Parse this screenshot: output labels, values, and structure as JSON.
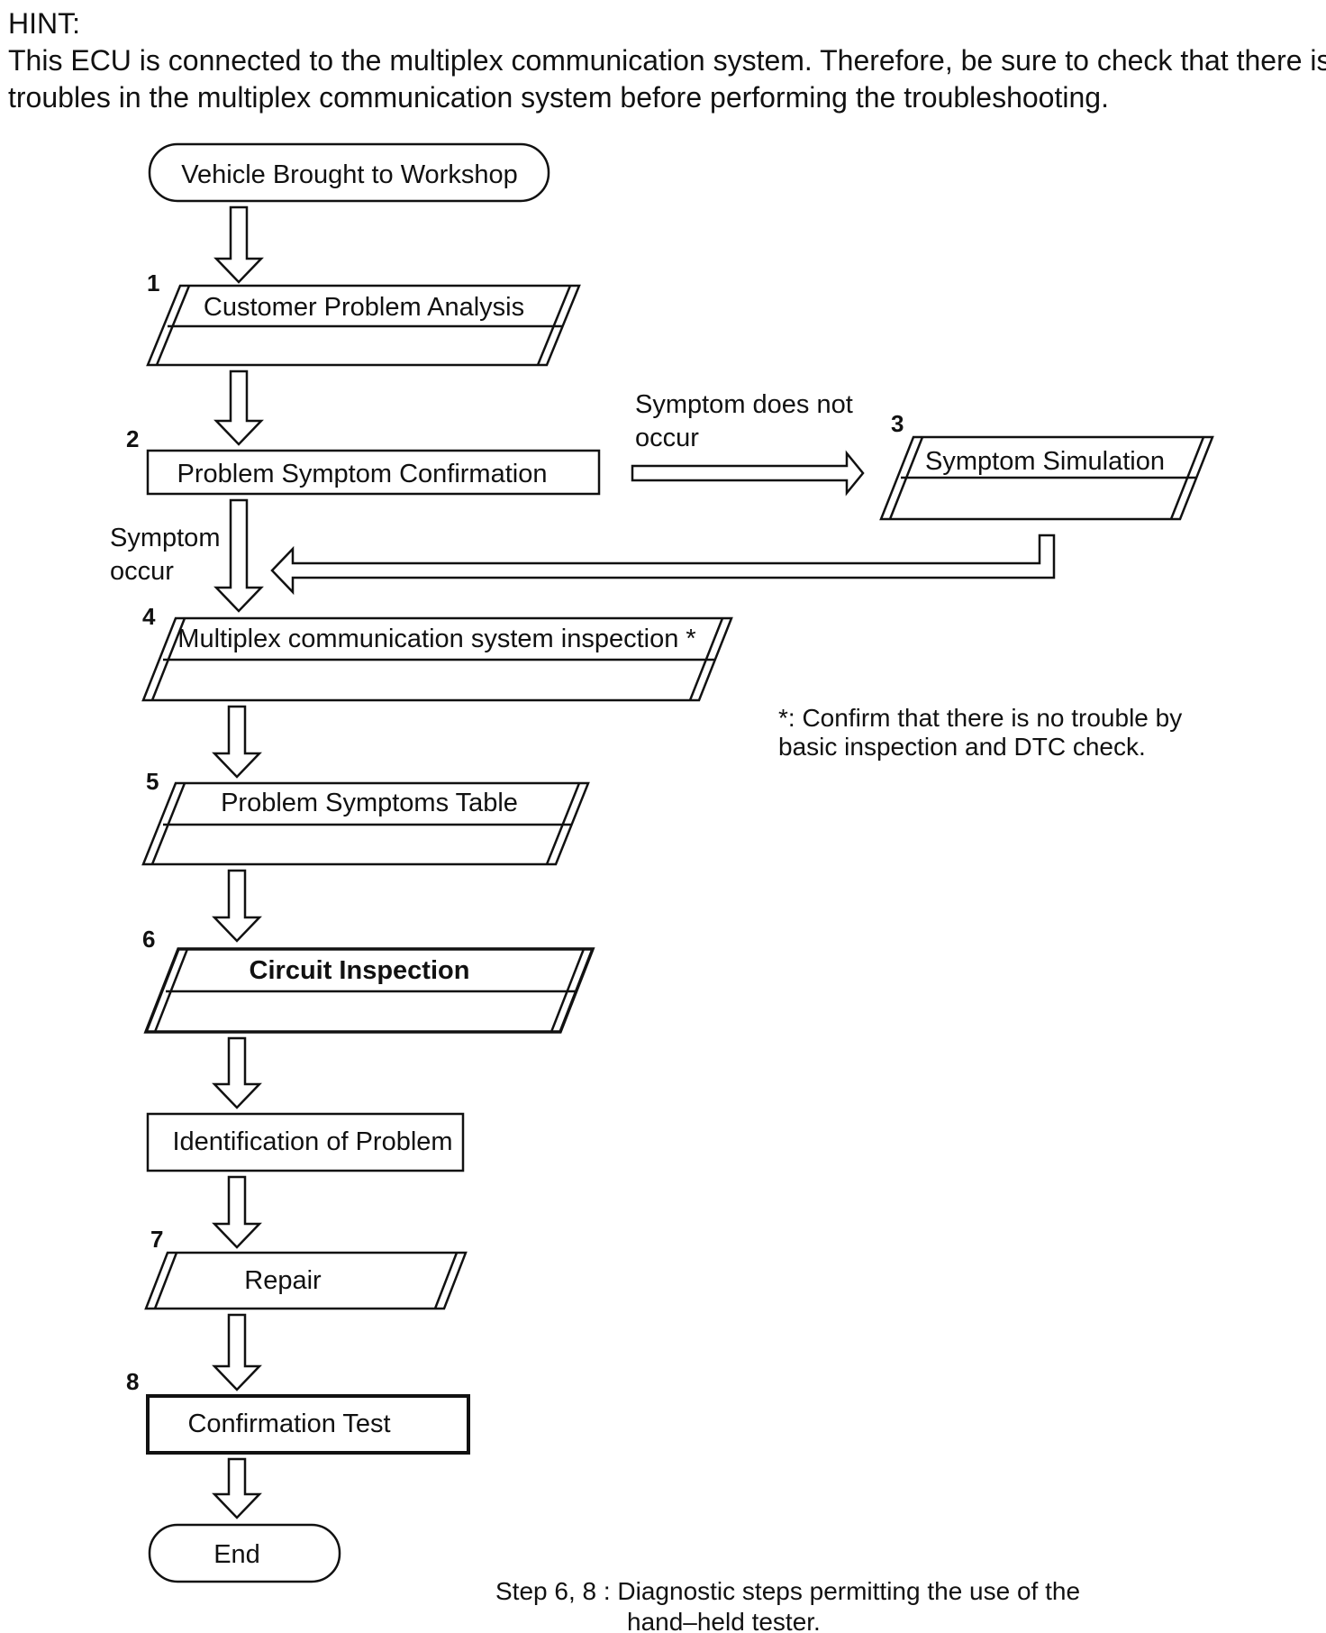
{
  "hint": {
    "heading": "HINT:",
    "line1": "This ECU is connected to the multiplex communication system. Therefore, be sure to check that there is no",
    "line2": "troubles in the multiplex communication system before performing the troubleshooting."
  },
  "flow": {
    "start": "Vehicle Brought to Workshop",
    "step1": {
      "num": "1",
      "label": "Customer Problem Analysis"
    },
    "step2": {
      "num": "2",
      "label": "Problem Symptom Confirmation"
    },
    "step3": {
      "num": "3",
      "label": "Symptom Simulation"
    },
    "step4": {
      "num": "4",
      "label": "Multiplex communication system inspection *"
    },
    "step5": {
      "num": "5",
      "label": "Problem Symptoms Table"
    },
    "step6": {
      "num": "6",
      "label": "Circuit Inspection"
    },
    "identification": "Identification of Problem",
    "step7": {
      "num": "7",
      "label": "Repair"
    },
    "step8": {
      "num": "8",
      "label": "Confirmation Test"
    },
    "end": "End"
  },
  "branch": {
    "not_occur_line1": "Symptom does not",
    "not_occur_line2": "occur",
    "occur_line1": "Symptom",
    "occur_line2": "occur"
  },
  "notes": {
    "asterisk_line1": "*: Confirm that there is no trouble by",
    "asterisk_line2": "basic inspection and DTC check.",
    "footer_line1": "Step 6, 8 : Diagnostic steps permitting the use of the",
    "footer_line2": "hand–held tester."
  }
}
